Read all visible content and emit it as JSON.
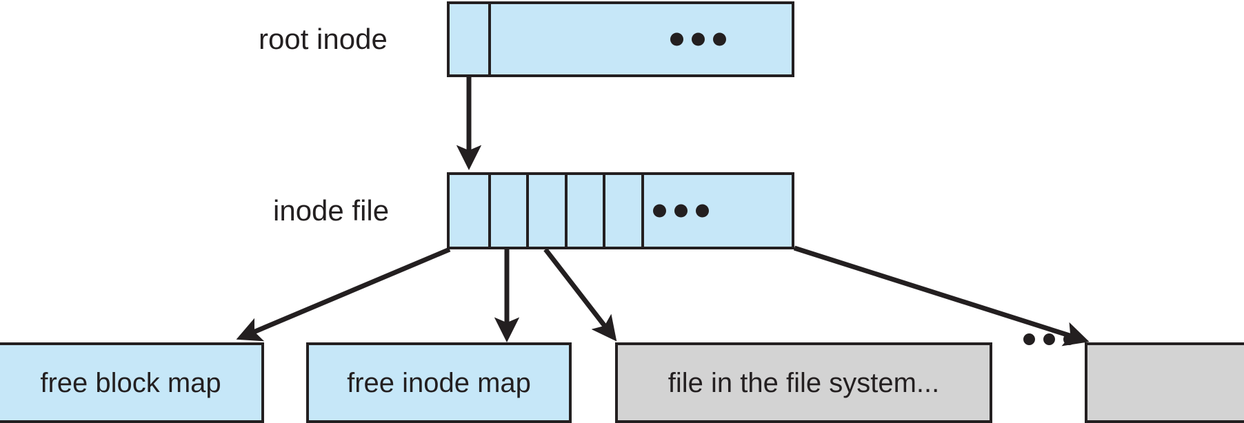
{
  "diagram": {
    "title": "Unix / log-structured file system inode indirection diagram",
    "colors": {
      "blue_fill": "#c6e7f8",
      "gray_fill": "#d3d3d3",
      "stroke": "#231f20",
      "background": "#ffffff"
    },
    "labels": {
      "root_inode": "root inode",
      "inode_file": "inode file"
    },
    "root_inode_box": {
      "name": "root inode",
      "cells": 2,
      "ellipsis": "•••"
    },
    "inode_file_box": {
      "name": "inode file",
      "cells": 6,
      "ellipsis": "•••"
    },
    "bottom_boxes": [
      {
        "label": "free block map",
        "fill": "blue"
      },
      {
        "label": "free inode map",
        "fill": "blue"
      },
      {
        "label": "file in the file system...",
        "fill": "gray"
      },
      {
        "label": "",
        "fill": "gray"
      }
    ],
    "bottom_ellipsis": "•••",
    "arrows": [
      {
        "from": "root inode",
        "to": "inode file"
      },
      {
        "from": "inode file cell 1",
        "to": "free block map"
      },
      {
        "from": "inode file cell 2",
        "to": "free inode map"
      },
      {
        "from": "inode file cell 3",
        "to": "file in the file system..."
      },
      {
        "from": "inode file last cell",
        "to": "last file block"
      }
    ]
  }
}
